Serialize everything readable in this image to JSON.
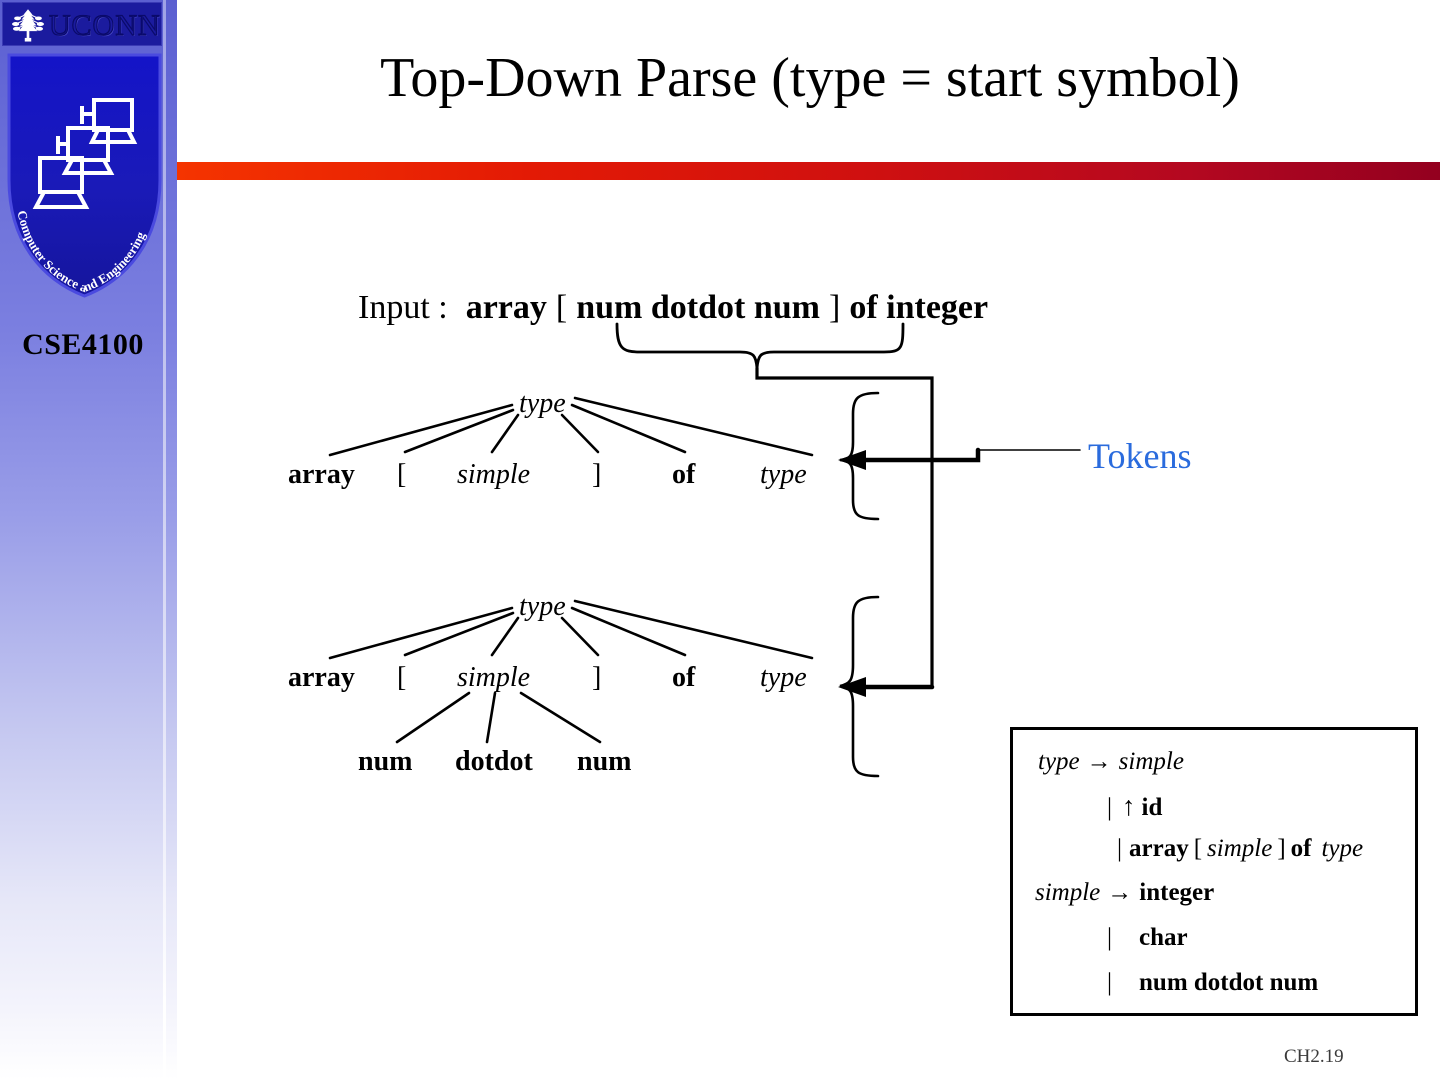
{
  "slide": {
    "title": "Top-Down Parse (type = start symbol)",
    "page_number": "CH2.19",
    "accent_bar_from": "#f53400",
    "accent_bar_to": "#93001f"
  },
  "sidebar": {
    "university_logo_text": "UCONN",
    "shield_text": "Computer Science and Engineering",
    "course_code": "CSE4100",
    "logo_background": "#1b1b9e",
    "shield_background": "#1616b4"
  },
  "input_line": {
    "label": "Input :",
    "tokens": [
      {
        "text": "array",
        "style": "bold"
      },
      {
        "text": "[",
        "style": "regular"
      },
      {
        "text": "num dotdot num",
        "style": "bold",
        "braced": true
      },
      {
        "text": "]",
        "style": "regular"
      },
      {
        "text": "of integer",
        "style": "bold"
      }
    ]
  },
  "annotation": {
    "tokens_label": "Tokens",
    "tokens_label_color": "#2a6bdd"
  },
  "trees": [
    {
      "id": "tree-1",
      "root": {
        "text": "type",
        "style": "italic"
      },
      "children": [
        {
          "text": "array",
          "style": "bold"
        },
        {
          "text": "[",
          "style": "regular"
        },
        {
          "text": "simple",
          "style": "italic"
        },
        {
          "text": "]",
          "style": "regular"
        },
        {
          "text": "of",
          "style": "bold"
        },
        {
          "text": "type",
          "style": "italic"
        }
      ],
      "grandchildren": []
    },
    {
      "id": "tree-2",
      "root": {
        "text": "type",
        "style": "italic"
      },
      "children": [
        {
          "text": "array",
          "style": "bold"
        },
        {
          "text": "[",
          "style": "regular"
        },
        {
          "text": "simple",
          "style": "italic"
        },
        {
          "text": "]",
          "style": "regular"
        },
        {
          "text": "of",
          "style": "bold"
        },
        {
          "text": "type",
          "style": "italic"
        }
      ],
      "grandchildren": [
        {
          "text": "num",
          "style": "bold"
        },
        {
          "text": "dotdot",
          "style": "bold"
        },
        {
          "text": "num",
          "style": "bold"
        }
      ]
    }
  ],
  "grammar": {
    "rules": [
      {
        "lhs": "type",
        "arrow": "→",
        "rhs_parts": [
          {
            "text": "simple",
            "style": "italic"
          }
        ]
      },
      {
        "lhs": "",
        "arrow": "|",
        "rhs_parts": [
          {
            "text": "↑",
            "style": "regular"
          },
          {
            "text": "id",
            "style": "bold"
          }
        ]
      },
      {
        "lhs": "",
        "arrow": "|",
        "rhs_parts": [
          {
            "text": "array",
            "style": "bold"
          },
          {
            "text": "[",
            "style": "regular"
          },
          {
            "text": "simple",
            "style": "italic"
          },
          {
            "text": "]",
            "style": "regular"
          },
          {
            "text": "of",
            "style": "bold"
          },
          {
            "text": "type",
            "style": "italic"
          }
        ]
      },
      {
        "lhs": "simple",
        "arrow": "→",
        "rhs_parts": [
          {
            "text": "integer",
            "style": "bold"
          }
        ]
      },
      {
        "lhs": "",
        "arrow": "|",
        "rhs_parts": [
          {
            "text": "char",
            "style": "bold"
          }
        ]
      },
      {
        "lhs": "",
        "arrow": "|",
        "rhs_parts": [
          {
            "text": "num dotdot num",
            "style": "bold"
          }
        ]
      }
    ],
    "line_texts": {
      "l1_lhs": "type",
      "l1_arrow": "→",
      "l1_rhs": "simple",
      "l2_bar": "|",
      "l2_up": "↑",
      "l2_id": "id",
      "l3_bar": "|",
      "l3_array": "array",
      "l3_lb": "[",
      "l3_simple": "simple",
      "l3_rb": "]",
      "l3_of": "of",
      "l3_type": "type",
      "l4_lhs": "simple",
      "l4_arrow": "→",
      "l4_rhs": "integer",
      "l5_bar": "|",
      "l5_rhs": "char",
      "l6_bar": "|",
      "l6_rhs": "num dotdot num"
    }
  },
  "input_tokens_text": {
    "label": "Input :",
    "array": "array",
    "lbracket": "[",
    "num_dotdot_num": "num dotdot num",
    "rbracket": "]",
    "of_integer": "of integer"
  },
  "tree1_text": {
    "root": "type",
    "c0": "array",
    "c1": "[",
    "c2": "simple",
    "c3": "]",
    "c4": "of",
    "c5": "type"
  },
  "tree2_text": {
    "root": "type",
    "c0": "array",
    "c1": "[",
    "c2": "simple",
    "c3": "]",
    "c4": "of",
    "c5": "type",
    "g0": "num",
    "g1": "dotdot",
    "g2": "num"
  }
}
